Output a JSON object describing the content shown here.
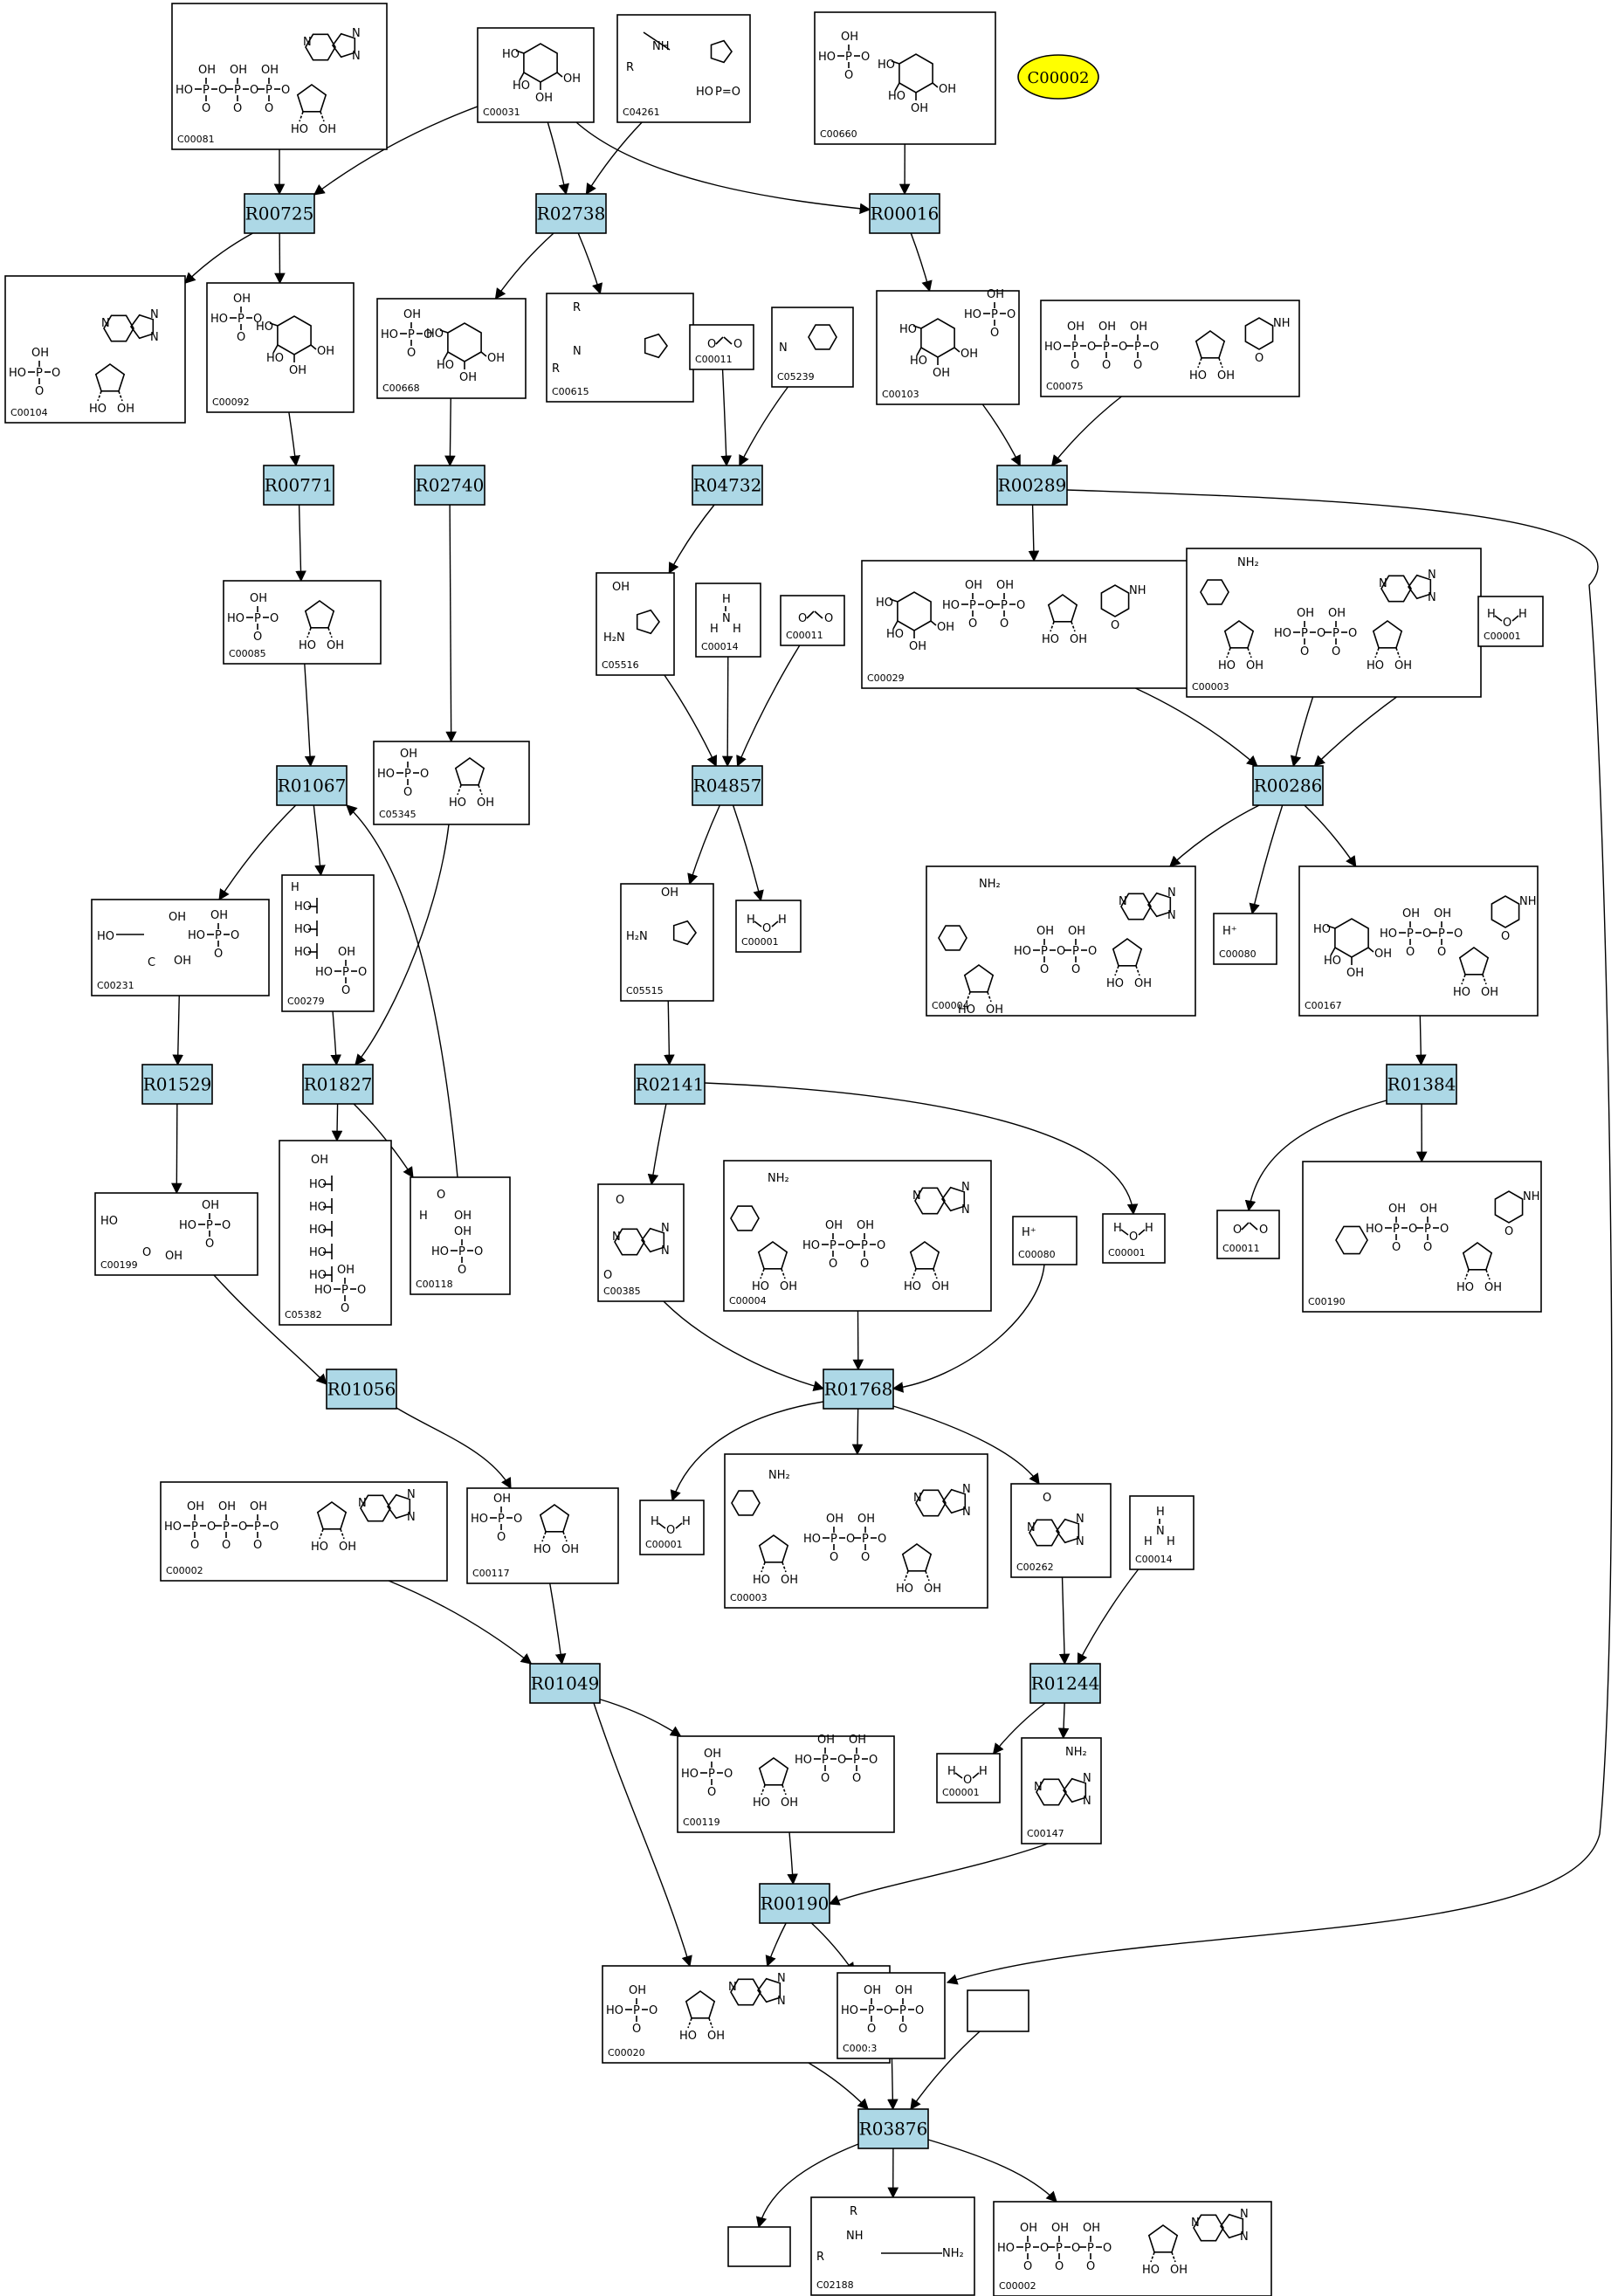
{
  "diagram": {
    "colors": {
      "reaction_fill": "#add8e6",
      "query_fill": "#ffff00",
      "box_stroke": "#000000",
      "background": "#ffffff"
    },
    "query_node": {
      "label": "C00002"
    },
    "reactions": [
      {
        "id": "R00725",
        "label": "R00725"
      },
      {
        "id": "R02738",
        "label": "R02738"
      },
      {
        "id": "R00016",
        "label": "R00016"
      },
      {
        "id": "R00771",
        "label": "R00771"
      },
      {
        "id": "R02740",
        "label": "R02740"
      },
      {
        "id": "R04732",
        "label": "R04732"
      },
      {
        "id": "R00289",
        "label": "R00289"
      },
      {
        "id": "R01067",
        "label": "R01067"
      },
      {
        "id": "R04857",
        "label": "R04857"
      },
      {
        "id": "R00286",
        "label": "R00286"
      },
      {
        "id": "R01529",
        "label": "R01529"
      },
      {
        "id": "R01827",
        "label": "R01827"
      },
      {
        "id": "R02141",
        "label": "R02141"
      },
      {
        "id": "R01384",
        "label": "R01384"
      },
      {
        "id": "R01056",
        "label": "R01056"
      },
      {
        "id": "R01768",
        "label": "R01768"
      },
      {
        "id": "R01049",
        "label": "R01049"
      },
      {
        "id": "R01244",
        "label": "R01244"
      },
      {
        "id": "R00190",
        "label": "R00190"
      },
      {
        "id": "R03876",
        "label": "R03876"
      }
    ],
    "compounds": [
      {
        "id": "c00081",
        "label": "C00081"
      },
      {
        "id": "c00031",
        "label": "C00031"
      },
      {
        "id": "c04261",
        "label": "C04261"
      },
      {
        "id": "c00660",
        "label": "C00660"
      },
      {
        "id": "c00104",
        "label": "C00104"
      },
      {
        "id": "c00092",
        "label": "C00092"
      },
      {
        "id": "c00668",
        "label": "C00668"
      },
      {
        "id": "c00615",
        "label": "C00615"
      },
      {
        "id": "c00011a",
        "label": "C00011"
      },
      {
        "id": "c05239",
        "label": "C05239"
      },
      {
        "id": "c00103",
        "label": "C00103"
      },
      {
        "id": "c00075",
        "label": "C00075"
      },
      {
        "id": "c00085",
        "label": "C00085"
      },
      {
        "id": "c05516",
        "label": "C05516"
      },
      {
        "id": "c00014a",
        "label": "C00014"
      },
      {
        "id": "c00011b",
        "label": "C00011"
      },
      {
        "id": "c00029",
        "label": "C00029"
      },
      {
        "id": "c00003a",
        "label": "C00003"
      },
      {
        "id": "c00001a",
        "label": "C00001"
      },
      {
        "id": "c05345",
        "label": "C05345"
      },
      {
        "id": "c00231",
        "label": "C00231"
      },
      {
        "id": "c00279",
        "label": "C00279"
      },
      {
        "id": "c05515",
        "label": "C05515"
      },
      {
        "id": "c00001b",
        "label": "C00001"
      },
      {
        "id": "c00004a",
        "label": "C00004"
      },
      {
        "id": "c00080a",
        "label": "C00080"
      },
      {
        "id": "c00167",
        "label": "C00167"
      },
      {
        "id": "c00199",
        "label": "C00199"
      },
      {
        "id": "c05382",
        "label": "C05382"
      },
      {
        "id": "c00118",
        "label": "C00118"
      },
      {
        "id": "c00385",
        "label": "C00385"
      },
      {
        "id": "c00004b",
        "label": "C00004"
      },
      {
        "id": "c00080b",
        "label": "C00080"
      },
      {
        "id": "c00001c",
        "label": "C00001"
      },
      {
        "id": "c00011c",
        "label": "C00011"
      },
      {
        "id": "c00190",
        "label": "C00190"
      },
      {
        "id": "c00002a",
        "label": "C00002"
      },
      {
        "id": "c00117",
        "label": "C00117"
      },
      {
        "id": "c00001d",
        "label": "C00001"
      },
      {
        "id": "c00003b",
        "label": "C00003"
      },
      {
        "id": "c00262",
        "label": "C00262"
      },
      {
        "id": "c00014b",
        "label": "C00014"
      },
      {
        "id": "c00119",
        "label": "C00119"
      },
      {
        "id": "c00001e",
        "label": "C00001"
      },
      {
        "id": "c00147",
        "label": "C00147"
      },
      {
        "id": "c00020",
        "label": "C00020"
      },
      {
        "id": "c00013",
        "label": "C000:3"
      },
      {
        "id": "blank1",
        "label": ""
      },
      {
        "id": "blank2",
        "label": ""
      },
      {
        "id": "c02188",
        "label": "C02188"
      },
      {
        "id": "c00002b",
        "label": "C00002"
      }
    ],
    "edges": [
      {
        "from": "c00081",
        "to": "R00725"
      },
      {
        "from": "c00031",
        "to": "R00725"
      },
      {
        "from": "c00031",
        "to": "R02738"
      },
      {
        "from": "c04261",
        "to": "R02738"
      },
      {
        "from": "c00031",
        "to": "R00016"
      },
      {
        "from": "c00660",
        "to": "R00016"
      },
      {
        "from": "R00725",
        "to": "c00104"
      },
      {
        "from": "R00725",
        "to": "c00092"
      },
      {
        "from": "R02738",
        "to": "c00668"
      },
      {
        "from": "R02738",
        "to": "c00615"
      },
      {
        "from": "R00016",
        "to": "c00103"
      },
      {
        "from": "c00092",
        "to": "R00771"
      },
      {
        "from": "c00668",
        "to": "R02740"
      },
      {
        "from": "c00011a",
        "to": "R04732"
      },
      {
        "from": "c05239",
        "to": "R04732"
      },
      {
        "from": "c00103",
        "to": "R00289"
      },
      {
        "from": "c00075",
        "to": "R00289"
      },
      {
        "from": "R00771",
        "to": "c00085"
      },
      {
        "from": "R04732",
        "to": "c05516"
      },
      {
        "from": "R00289",
        "to": "c00029"
      },
      {
        "from": "R00289",
        "to": "c00013"
      },
      {
        "from": "R02740",
        "to": "c05345"
      },
      {
        "from": "c00085",
        "to": "R01067"
      },
      {
        "from": "c05516",
        "to": "R04857"
      },
      {
        "from": "c00014a",
        "to": "R04857"
      },
      {
        "from": "c00011b",
        "to": "R04857"
      },
      {
        "from": "c00029",
        "to": "R00286"
      },
      {
        "from": "c00003a",
        "to": "R00286"
      },
      {
        "from": "c00001a",
        "to": "R00286"
      },
      {
        "from": "R01067",
        "to": "c00231"
      },
      {
        "from": "R01067",
        "to": "c00279"
      },
      {
        "from": "R04857",
        "to": "c05515"
      },
      {
        "from": "R04857",
        "to": "c00001b"
      },
      {
        "from": "R00286",
        "to": "c00004a"
      },
      {
        "from": "R00286",
        "to": "c00080a"
      },
      {
        "from": "R00286",
        "to": "c00167"
      },
      {
        "from": "c00231",
        "to": "R01529"
      },
      {
        "from": "c00279",
        "to": "R01827"
      },
      {
        "from": "c05345",
        "to": "R01827"
      },
      {
        "from": "c05515",
        "to": "R02141"
      },
      {
        "from": "c00167",
        "to": "R01384"
      },
      {
        "from": "R01529",
        "to": "c00199"
      },
      {
        "from": "R01827",
        "to": "c05382"
      },
      {
        "from": "R01827",
        "to": "c00118"
      },
      {
        "from": "c00118",
        "to": "R01067"
      },
      {
        "from": "R02141",
        "to": "c00385"
      },
      {
        "from": "R02141",
        "to": "c00001c"
      },
      {
        "from": "R01384",
        "to": "c00011c"
      },
      {
        "from": "R01384",
        "to": "c00190"
      },
      {
        "from": "c00199",
        "to": "R01056"
      },
      {
        "from": "c00385",
        "to": "R01768"
      },
      {
        "from": "c00004b",
        "to": "R01768"
      },
      {
        "from": "c00080b",
        "to": "R01768"
      },
      {
        "from": "R01056",
        "to": "c00117"
      },
      {
        "from": "R01768",
        "to": "c00001d"
      },
      {
        "from": "R01768",
        "to": "c00003b"
      },
      {
        "from": "R01768",
        "to": "c00262"
      },
      {
        "from": "c00002a",
        "to": "R01049"
      },
      {
        "from": "c00117",
        "to": "R01049"
      },
      {
        "from": "c00262",
        "to": "R01244"
      },
      {
        "from": "c00014b",
        "to": "R01244"
      },
      {
        "from": "R01049",
        "to": "c00119"
      },
      {
        "from": "R01049",
        "to": "c00020"
      },
      {
        "from": "R01244",
        "to": "c00001e"
      },
      {
        "from": "R01244",
        "to": "c00147"
      },
      {
        "from": "c00119",
        "to": "R00190"
      },
      {
        "from": "c00147",
        "to": "R00190"
      },
      {
        "from": "R00190",
        "to": "c00020"
      },
      {
        "from": "R00190",
        "to": "c00013"
      },
      {
        "from": "c00020",
        "to": "R03876"
      },
      {
        "from": "c00013",
        "to": "R03876"
      },
      {
        "from": "blank1",
        "to": "R03876"
      },
      {
        "from": "R03876",
        "to": "blank2"
      },
      {
        "from": "R03876",
        "to": "c02188"
      },
      {
        "from": "R03876",
        "to": "c00002b"
      }
    ]
  }
}
